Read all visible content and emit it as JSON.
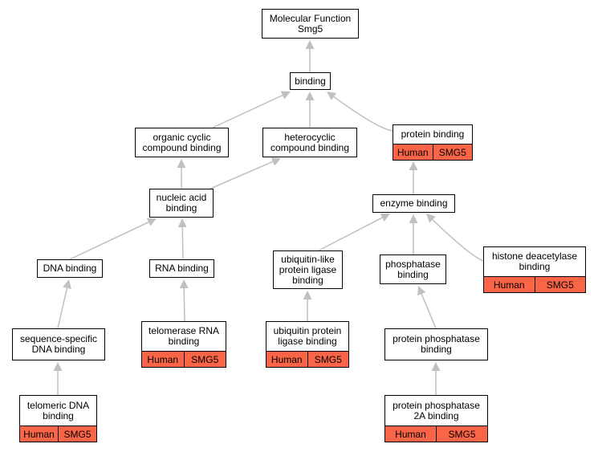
{
  "colors": {
    "edge": "#c0c0c0",
    "annotation_fill": "#fa6547",
    "node_border": "#000000"
  },
  "nodes": {
    "root": {
      "label": "Molecular Function\nSmg5"
    },
    "binding": {
      "label": "binding"
    },
    "organic_cyclic": {
      "label": "organic cyclic\ncompound binding"
    },
    "heterocyclic": {
      "label": "heterocyclic\ncompound binding"
    },
    "protein_binding": {
      "label": "protein binding",
      "annot": [
        "Human",
        "SMG5"
      ]
    },
    "nucleic_acid": {
      "label": "nucleic acid\nbinding"
    },
    "enzyme_binding": {
      "label": "enzyme binding"
    },
    "dna_binding": {
      "label": "DNA binding"
    },
    "rna_binding": {
      "label": "RNA binding"
    },
    "ubiquitin_like": {
      "label": "ubiquitin-like\nprotein ligase\nbinding"
    },
    "phosphatase": {
      "label": "phosphatase\nbinding"
    },
    "histone_deacetylase": {
      "label": "histone deacetylase\nbinding",
      "annot": [
        "Human",
        "SMG5"
      ]
    },
    "sequence_specific": {
      "label": "sequence-specific\nDNA binding"
    },
    "telomerase_rna": {
      "label": "telomerase RNA\nbinding",
      "annot": [
        "Human",
        "SMG5"
      ]
    },
    "ubiquitin_protein_ligase": {
      "label": "ubiquitin protein\nligase binding",
      "annot": [
        "Human",
        "SMG5"
      ]
    },
    "protein_phosphatase": {
      "label": "protein phosphatase\nbinding"
    },
    "telomeric_dna": {
      "label": "telomeric DNA\nbinding",
      "annot": [
        "Human",
        "SMG5"
      ]
    },
    "protein_phosphatase_2a": {
      "label": "protein phosphatase\n2A binding",
      "annot": [
        "Human",
        "SMG5"
      ]
    }
  }
}
